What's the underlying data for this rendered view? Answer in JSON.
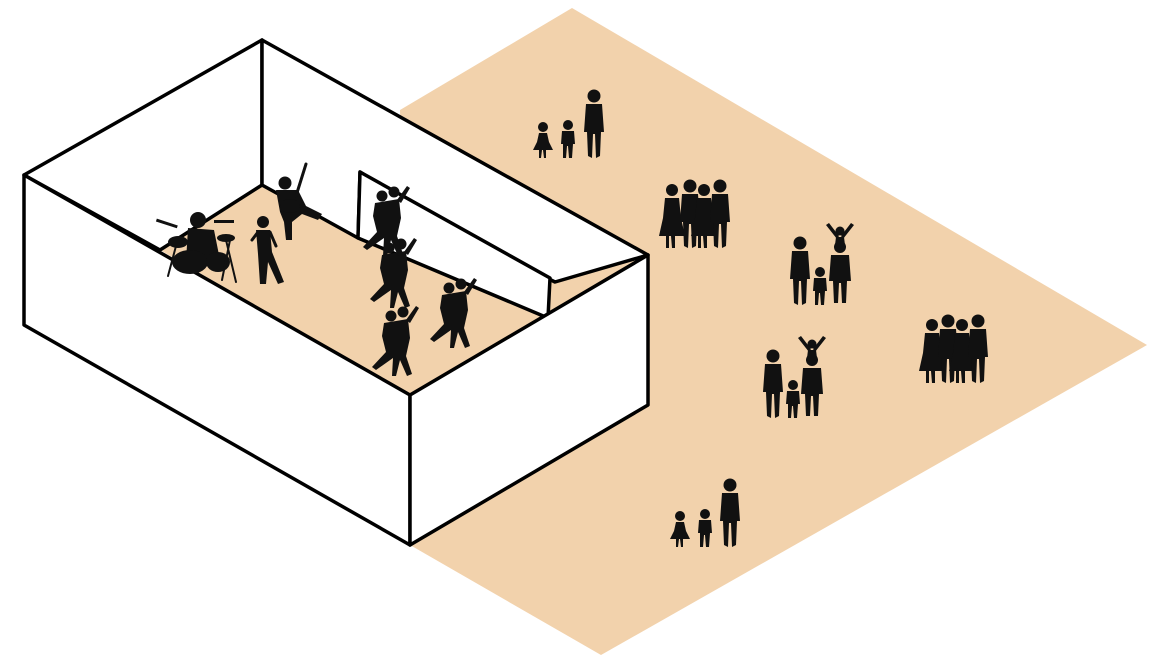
{
  "colors": {
    "ground": "#f2d2ac",
    "wall": "#ffffff",
    "outline": "#000000",
    "silhouette": "#111111"
  },
  "scene": {
    "room": {
      "band": {
        "drummer": "drum-kit",
        "singer": "microphone",
        "guitarist": "guitar"
      },
      "dancing_couples": 4
    },
    "outdoor_groups": [
      {
        "type": "adult-with-two-children"
      },
      {
        "type": "group-of-four"
      },
      {
        "type": "family-child-on-shoulders"
      },
      {
        "type": "group-of-four"
      },
      {
        "type": "family-child-on-shoulders"
      },
      {
        "type": "adult-with-two-children"
      }
    ]
  }
}
